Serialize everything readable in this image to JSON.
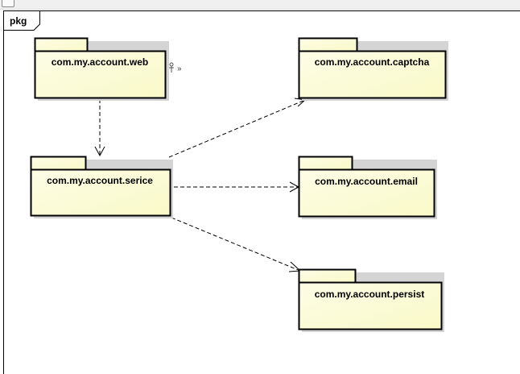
{
  "frame": {
    "label": "pkg"
  },
  "packages": [
    {
      "id": "web",
      "name": "com.my.account.web"
    },
    {
      "id": "service",
      "name": "com.my.account.serice"
    },
    {
      "id": "captcha",
      "name": "com.my.account.captcha"
    },
    {
      "id": "email",
      "name": "com.my.account.email"
    },
    {
      "id": "persist",
      "name": "com.my.account.persist"
    }
  ],
  "dependencies": [
    {
      "from": "web",
      "to": "service"
    },
    {
      "from": "service",
      "to": "captcha"
    },
    {
      "from": "service",
      "to": "email"
    },
    {
      "from": "service",
      "to": "persist"
    }
  ],
  "colors": {
    "fill_top": "#fdfde0",
    "fill_bottom": "#fbfbc8",
    "stroke": "#000000",
    "shadow": "#d4d4d4"
  }
}
